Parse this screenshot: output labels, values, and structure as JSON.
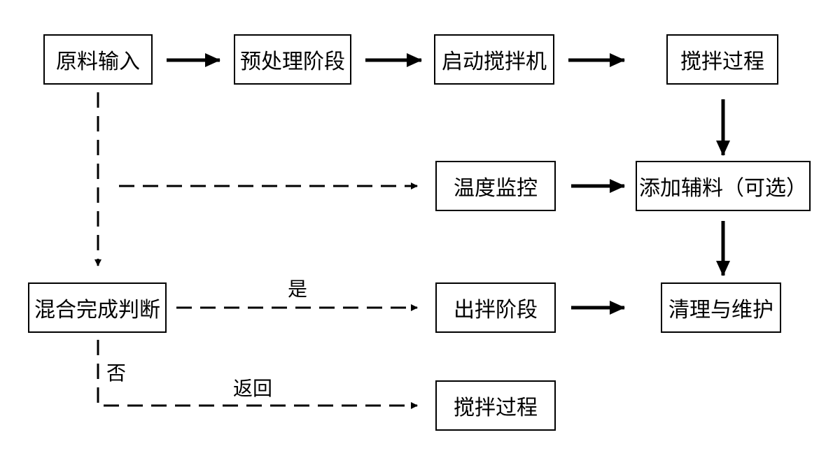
{
  "nodes": {
    "raw_input": "原料输入",
    "pretreatment": "预处理阶段",
    "start_mixer": "启动搅拌机",
    "mixing_process": "搅拌过程",
    "temp_monitor": "温度监控",
    "add_auxiliary": "添加辅料（可选）",
    "mix_complete_check": "混合完成判断",
    "discharge": "出拌阶段",
    "clean_maintain": "清理与维护",
    "mixing_process_return": "搅拌过程"
  },
  "edge_labels": {
    "yes": "是",
    "no": "否",
    "return": "返回"
  }
}
